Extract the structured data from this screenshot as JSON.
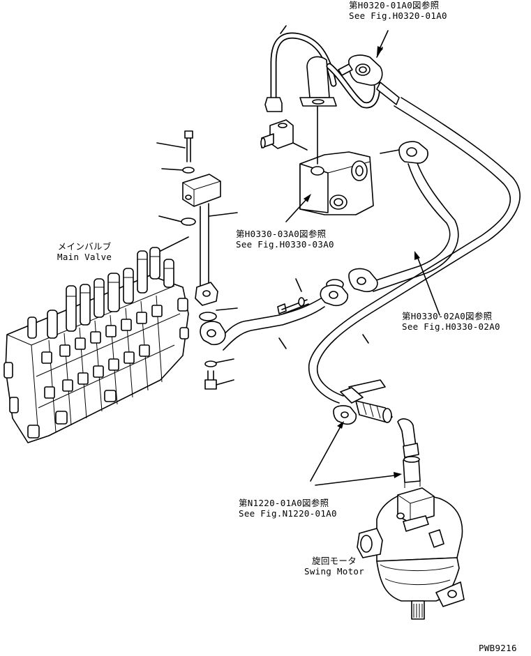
{
  "labels": {
    "ref_h0320_jp": "第H0320-01A0図参照",
    "ref_h0320_en": "See Fig.H0320-01A0",
    "ref_h0330_03_jp": "第H0330-03A0図参照",
    "ref_h0330_03_en": "See Fig.H0330-03A0",
    "ref_h0330_02_jp": "第H0330-02A0図参照",
    "ref_h0330_02_en": "See Fig.H0330-02A0",
    "ref_n1220_jp": "第N1220-01A0図参照",
    "ref_n1220_en": "See Fig.N1220-01A0",
    "main_valve_jp": "メインバルブ",
    "main_valve_en": "Main Valve",
    "swing_motor_jp": "旋回モータ",
    "swing_motor_en": "Swing Motor",
    "drawing_code": "PWB9216"
  },
  "colors": {
    "ink": "#000000",
    "paper": "#ffffff"
  }
}
